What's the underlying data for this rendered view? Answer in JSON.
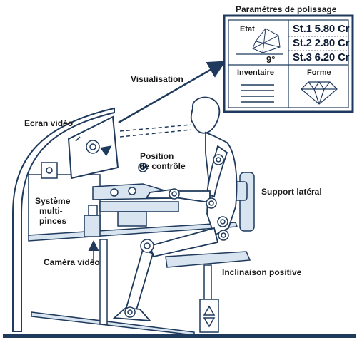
{
  "panel": {
    "title": "Paramètres de polissage",
    "etat_label": "Etat",
    "angle": "9°",
    "stations": [
      "St.1 5.80 Cr",
      "St.2 2.80 Cr",
      "St.3 6.20 Cr"
    ],
    "inventaire_label": "Inventaire",
    "forme_label": "Forme"
  },
  "labels": {
    "visualisation": "Visualisation",
    "ecran_video": "Ecran vidéo",
    "position_line1": "Position",
    "position_line2": "de contrôle",
    "support_lateral": "Support latéral",
    "systeme_line1": "Système",
    "systeme_line2": "multi-",
    "systeme_line3": "pinces",
    "camera_video": "Caméra vidéo",
    "inclinaison": "Inclinaison positive"
  },
  "colors": {
    "line": "#1f3a5c",
    "fill": "#d8e4ef",
    "panel_border": "#1f3a5c"
  }
}
